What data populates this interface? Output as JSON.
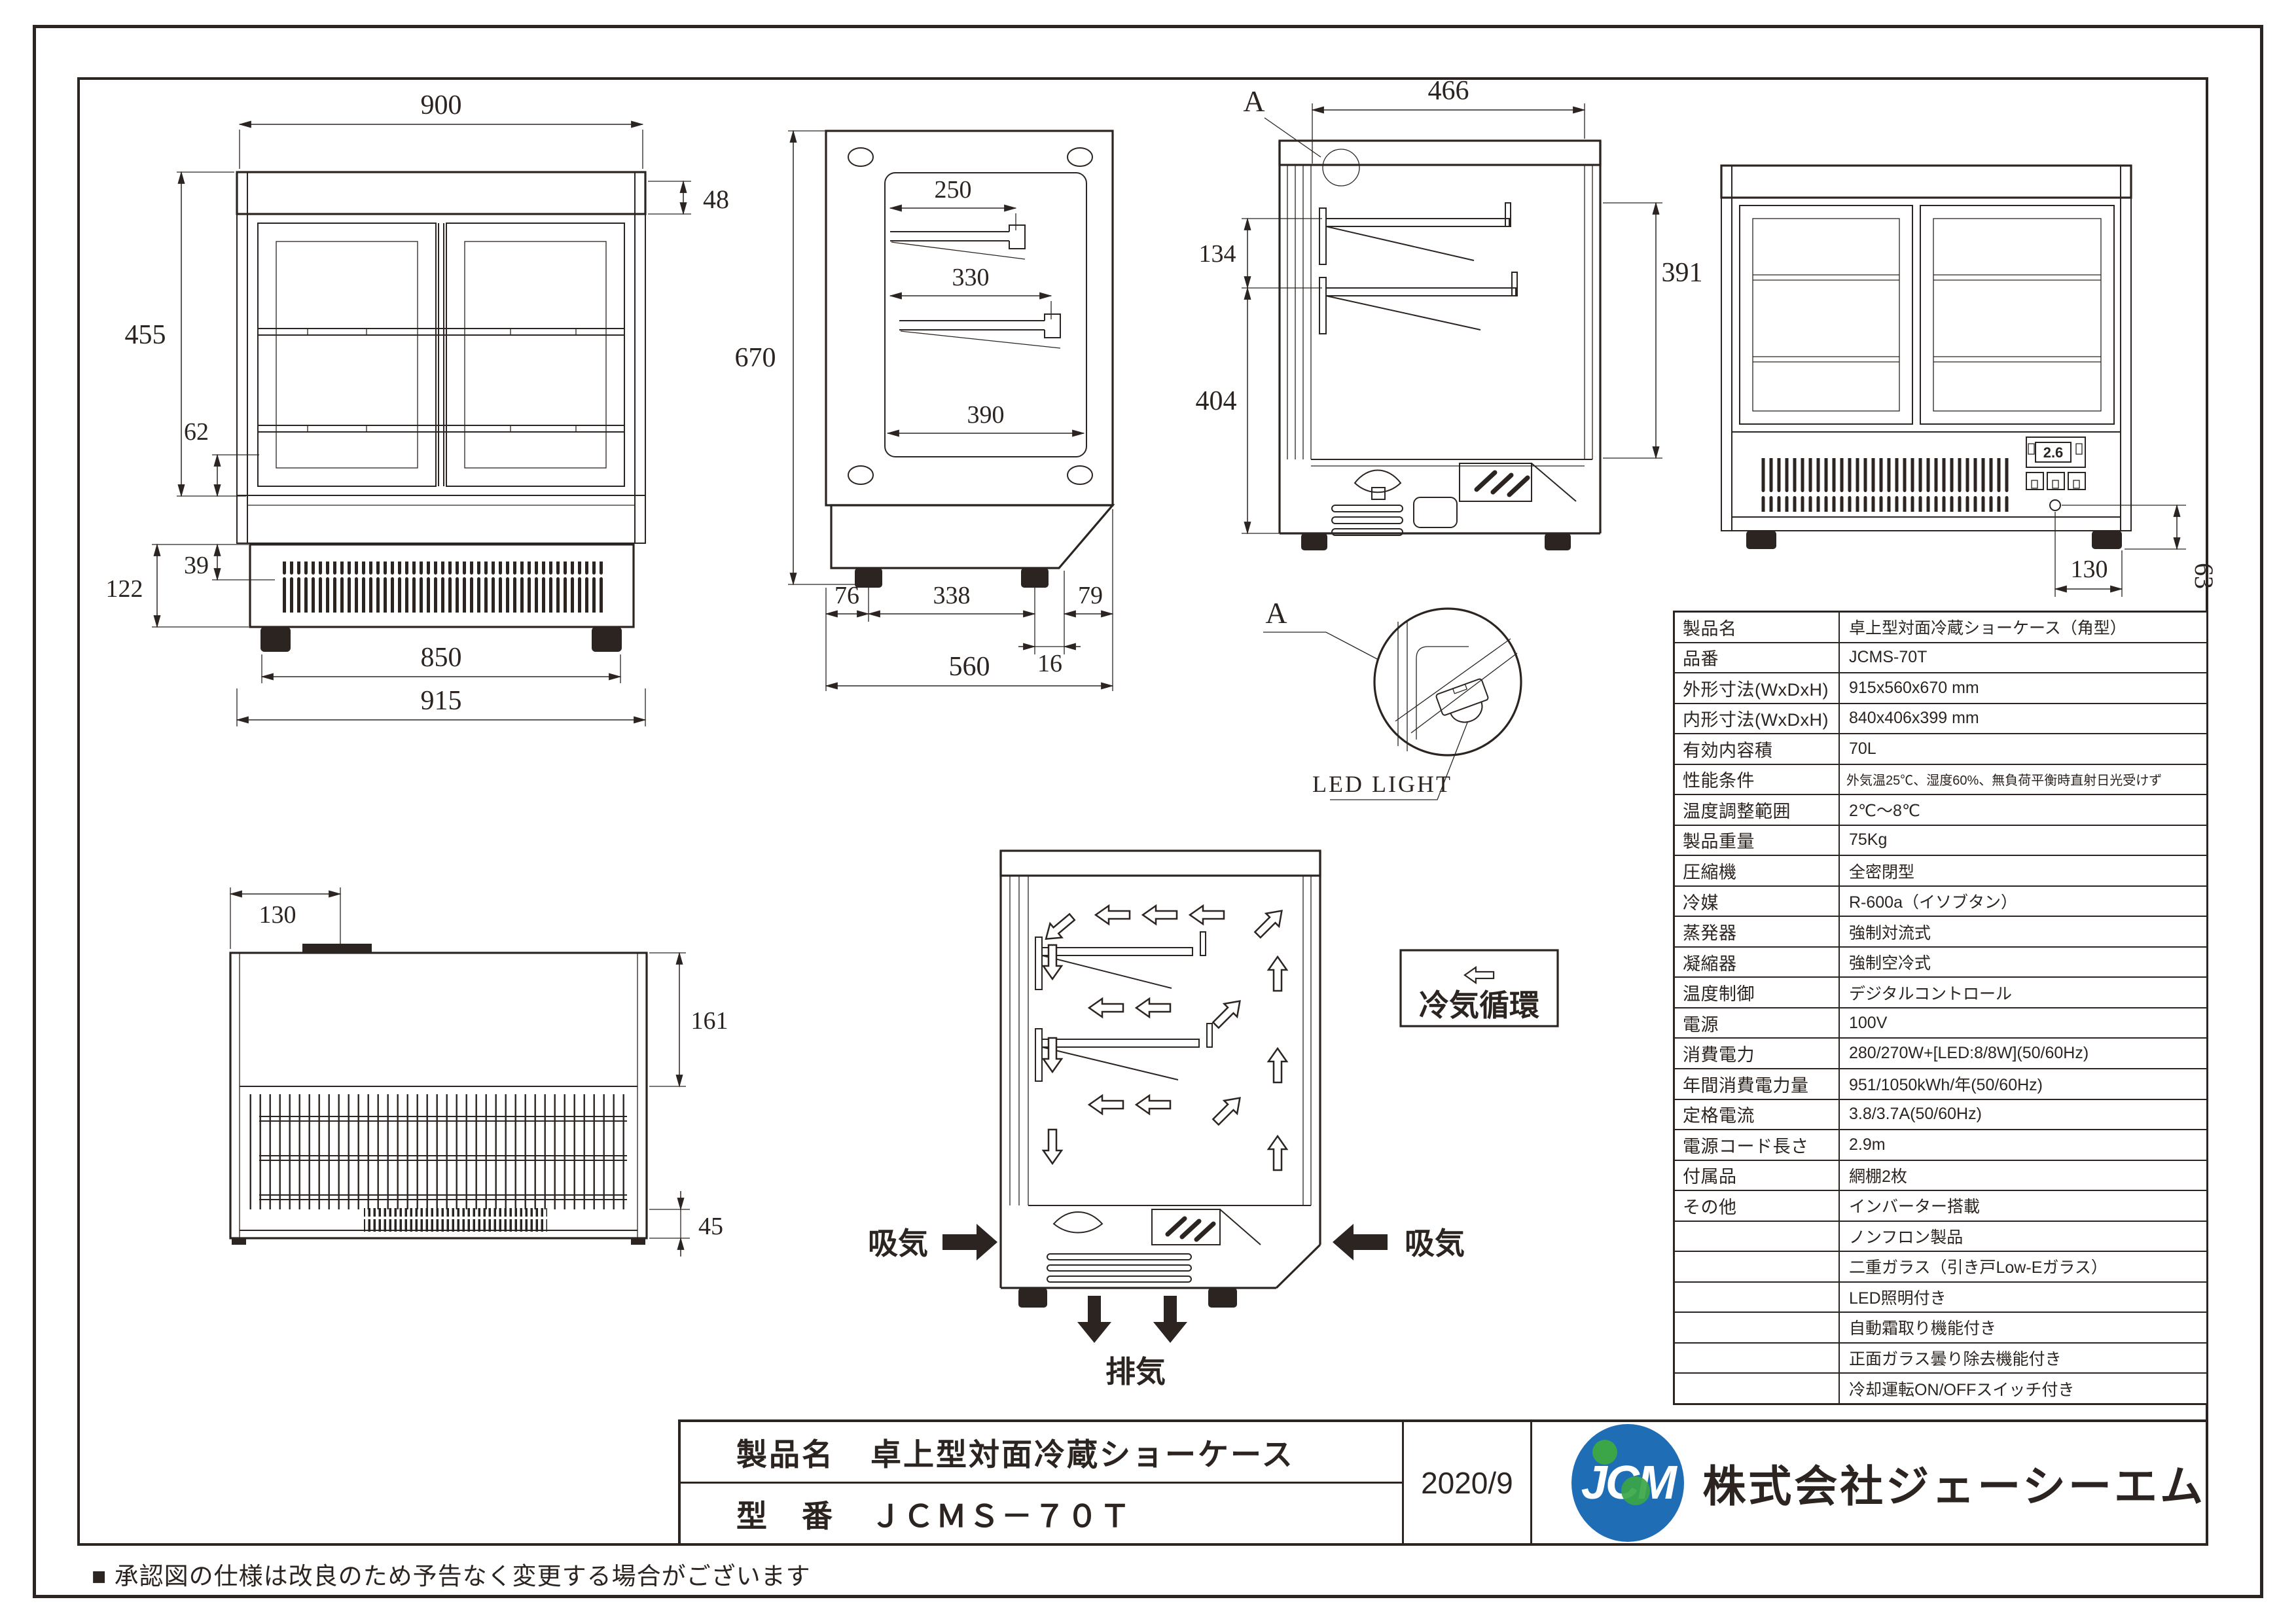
{
  "page": {
    "note": "■ 承認図の仕様は改良のため予告なく変更する場合がございます"
  },
  "title_block": {
    "product_label": "製品名",
    "product_name": "卓上型対面冷蔵ショーケース",
    "model_label": "型　番",
    "model_value": "ＪＣＭＳ－７０Ｔ",
    "date": "2020/9",
    "logo_text": "JCM",
    "logo_blue": "#1e6db5",
    "logo_green": "#3aa648",
    "company": "株式会社ジェーシーエム"
  },
  "spec_table": {
    "rows": [
      {
        "label": "製品名",
        "value": "卓上型対面冷蔵ショーケース（角型）"
      },
      {
        "label": "品番",
        "value": "JCMS-70T"
      },
      {
        "label": "外形寸法(WxDxH)",
        "value": "915x560x670 mm"
      },
      {
        "label": "内形寸法(WxDxH)",
        "value": "840x406x399 mm"
      },
      {
        "label": "有効内容積",
        "value": "70L"
      },
      {
        "label": "性能条件",
        "value": "外気温25℃、湿度60%、無負荷平衡時直射日光受けず"
      },
      {
        "label": "温度調整範囲",
        "value": "2℃～8℃"
      },
      {
        "label": "製品重量",
        "value": "75Kg"
      },
      {
        "label": "圧縮機",
        "value": "全密閉型"
      },
      {
        "label": "冷媒",
        "value": "R-600a（イソブタン）"
      },
      {
        "label": "蒸発器",
        "value": "強制対流式"
      },
      {
        "label": "凝縮器",
        "value": "強制空冷式"
      },
      {
        "label": "温度制御",
        "value": "デジタルコントロール"
      },
      {
        "label": "電源",
        "value": "100V"
      },
      {
        "label": "消費電力",
        "value": "280/270W+[LED:8/8W](50/60Hz)"
      },
      {
        "label": "年間消費電力量",
        "value": "951/1050kWh/年(50/60Hz)"
      },
      {
        "label": "定格電流",
        "value": "3.8/3.7A(50/60Hz)"
      },
      {
        "label": "電源コード長さ",
        "value": "2.9m"
      },
      {
        "label": "付属品",
        "value": "網棚2枚"
      },
      {
        "label": "その他",
        "value": "インバーター搭載"
      },
      {
        "label": "",
        "value": "ノンフロン製品"
      },
      {
        "label": "",
        "value": "二重ガラス（引き戸Low-Eガラス）"
      },
      {
        "label": "",
        "value": "LED照明付き"
      },
      {
        "label": "",
        "value": "自動霜取り機能付き"
      },
      {
        "label": "",
        "value": "正面ガラス曇り除去機能付き"
      },
      {
        "label": "",
        "value": "冷却運転ON/OFFスイッチ付き"
      }
    ]
  },
  "views": {
    "front": {
      "dims": {
        "w900": "900",
        "h48": "48",
        "h455": "455",
        "h62": "62",
        "h122": "122",
        "h39": "39",
        "w850": "850",
        "w915": "915"
      }
    },
    "top": {
      "dims": {
        "d250": "250",
        "d330": "330",
        "d390": "390",
        "h670": "670",
        "d76": "76",
        "d338": "338",
        "d16": "16",
        "d79": "79",
        "d560": "560"
      }
    },
    "section": {
      "label_a": "A",
      "dims": {
        "w466": "466",
        "h134": "134",
        "h404": "404",
        "h391": "391"
      }
    },
    "rear": {
      "display_value": "2.6",
      "dims": {
        "w130": "130",
        "h63": "63"
      }
    },
    "detail": {
      "label_a": "A",
      "led_label": "LED LIGHT"
    },
    "bottom": {
      "dims": {
        "w130": "130",
        "h161": "161",
        "h45": "45"
      }
    },
    "airflow": {
      "legend": "冷気循環",
      "intake_left": "吸気",
      "intake_right": "吸気",
      "exhaust": "排気"
    }
  }
}
